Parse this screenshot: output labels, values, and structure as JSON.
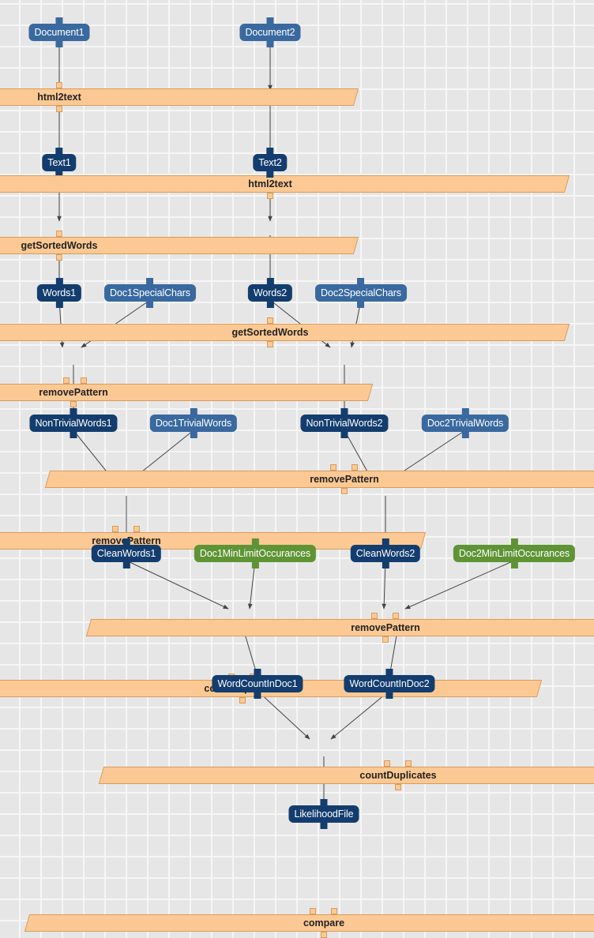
{
  "nodes": {
    "document1": "Document1",
    "document2": "Document2",
    "html2text_1": "html2text",
    "html2text_2": "html2text",
    "text1": "Text1",
    "text2": "Text2",
    "get_sorted_words_1": "getSortedWords",
    "get_sorted_words_2": "getSortedWords",
    "words1": "Words1",
    "words2": "Words2",
    "doc1_special_chars": "Doc1SpecialChars",
    "doc2_special_chars": "Doc2SpecialChars",
    "remove_pattern_1": "removePattern",
    "remove_pattern_2": "removePattern",
    "non_trivial_words1": "NonTrivialWords1",
    "non_trivial_words2": "NonTrivialWords2",
    "doc1_trivial_words": "Doc1TrivialWords",
    "doc2_trivial_words": "Doc2TrivialWords",
    "remove_pattern_3": "removePattern",
    "remove_pattern_4": "removePattern",
    "clean_words1": "CleanWords1",
    "clean_words2": "CleanWords2",
    "doc1_min_limit": "Doc1MinLimitOccurances",
    "doc2_min_limit": "Doc2MinLimitOccurances",
    "count_duplicates_1": "countDuplicates",
    "count_duplicates_2": "countDuplicates",
    "word_count_in_doc1": "WordCountInDoc1",
    "word_count_in_doc2": "WordCountInDoc2",
    "compare": "compare",
    "likelihood_file": "LikelihoodFile"
  },
  "colors": {
    "data_node": "#133d6e",
    "input_node": "#39699f",
    "parameter_node": "#5f9435",
    "process_node": "#fcc994",
    "edge": "#444444"
  }
}
